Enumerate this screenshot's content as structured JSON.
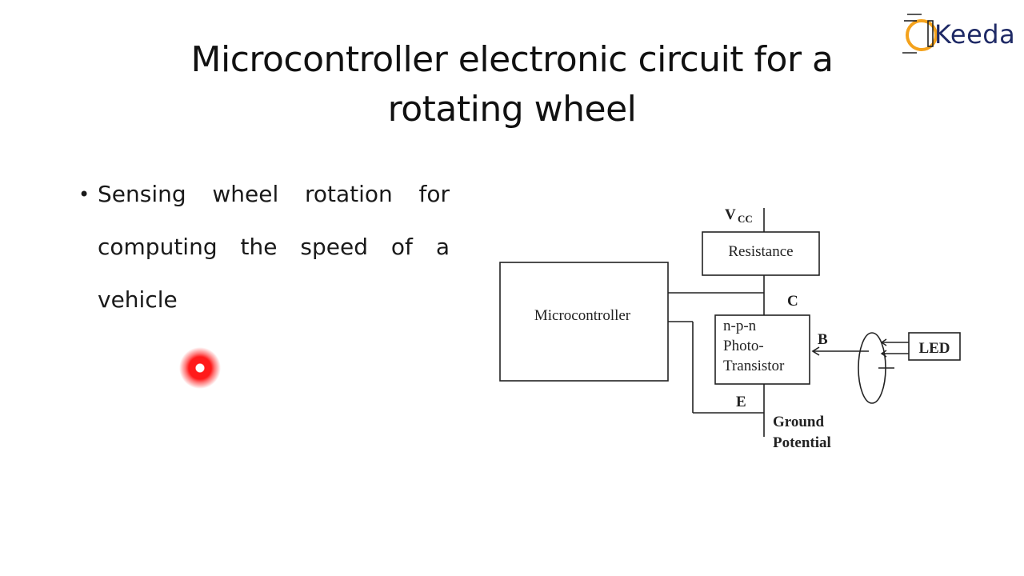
{
  "slide": {
    "title_line1": "Microcontroller electronic circuit for a",
    "title_line2": "rotating wheel",
    "bullet_text": "Sensing wheel rotation for computing the speed of a vehicle",
    "bullet_symbol": "•"
  },
  "logo": {
    "text": "Keeda",
    "letter": "E"
  },
  "diagram": {
    "vcc_label": "V",
    "vcc_sub": "CC",
    "resistance_label": "Resistance",
    "microcontroller_label": "Microcontroller",
    "collector_label": "C",
    "transistor_line1": "n-p-n",
    "transistor_line2": "Photo-",
    "transistor_line3": "Transistor",
    "base_label": "B",
    "emitter_label": "E",
    "led_label": "LED",
    "ground_line1": "Ground",
    "ground_line2": "Potential"
  },
  "colors": {
    "logo_accent": "#f4a21c",
    "logo_text": "#1f2a66",
    "pointer": "#ff1a1a"
  }
}
